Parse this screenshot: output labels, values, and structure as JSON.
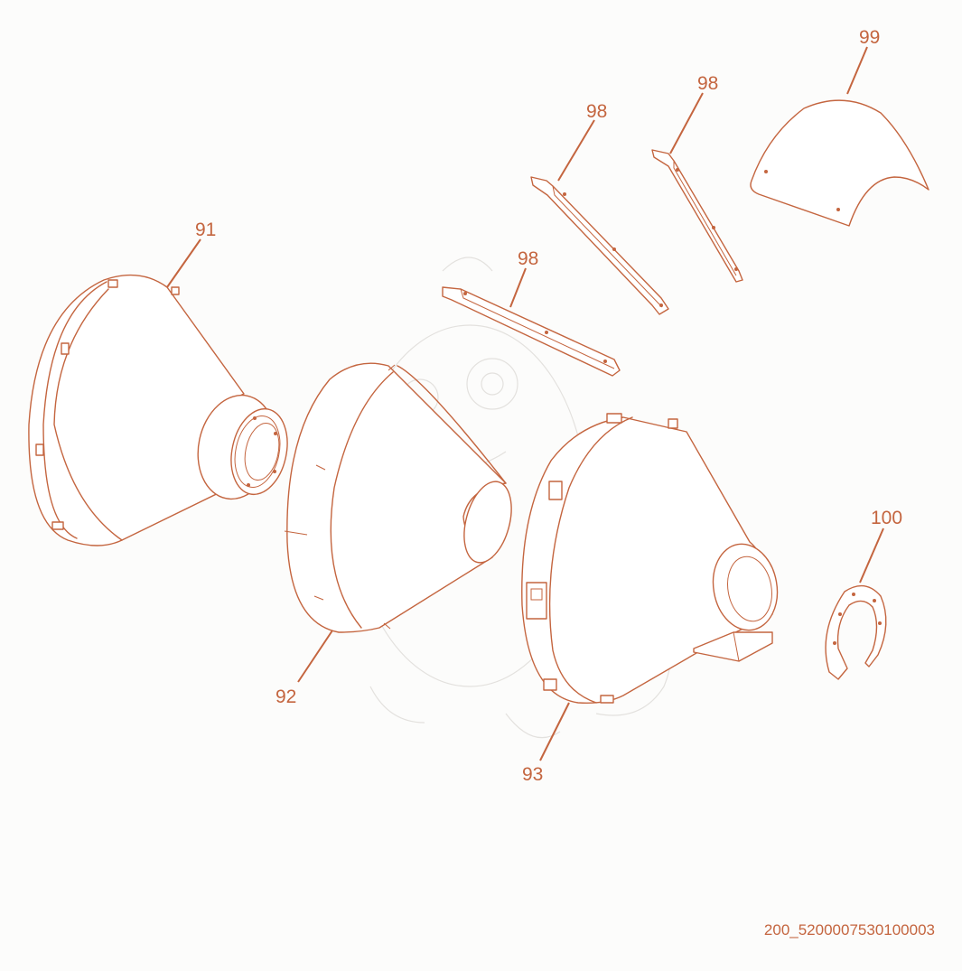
{
  "drawing_id": "200_5200007530100003",
  "callouts": {
    "p91": "91",
    "p92": "92",
    "p93": "93",
    "p98a": "98",
    "p98b": "98",
    "p98c": "98",
    "p99": "99",
    "p100": "100"
  },
  "colors": {
    "line": "#c4653f",
    "background": "#fcfcfb"
  }
}
